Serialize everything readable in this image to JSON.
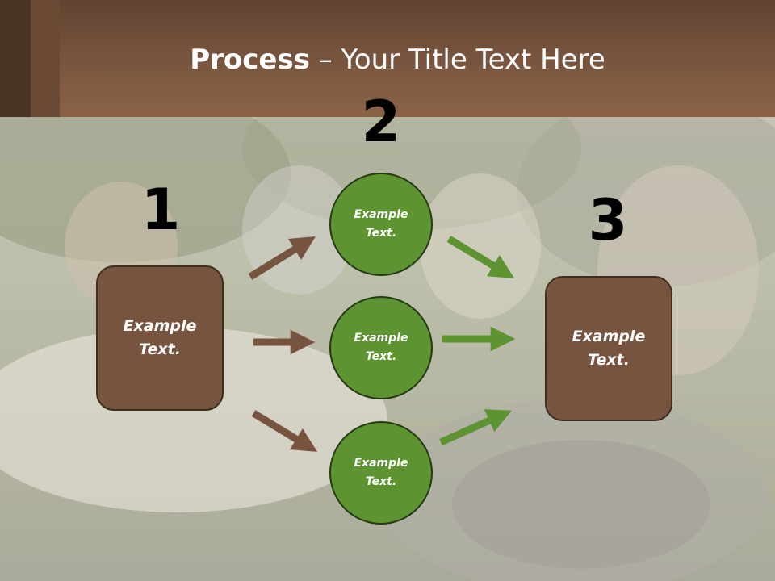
{
  "slide": {
    "title_bold": "Process",
    "title_rest": " – Your Title Text Here",
    "colors": {
      "header": "#7a5640",
      "box_fill": "#765440",
      "circle_fill": "#5d9431",
      "arrow_brown": "#765440",
      "arrow_green": "#5d9431"
    },
    "steps": [
      {
        "number": "1",
        "line1": "Example",
        "line2": "Text."
      },
      {
        "number": "2"
      },
      {
        "number": "3",
        "line1": "Example",
        "line2": "Text."
      }
    ],
    "circles": [
      {
        "line1": "Example",
        "line2": "Text."
      },
      {
        "line1": "Example",
        "line2": "Text."
      },
      {
        "line1": "Example",
        "line2": "Text."
      }
    ]
  }
}
